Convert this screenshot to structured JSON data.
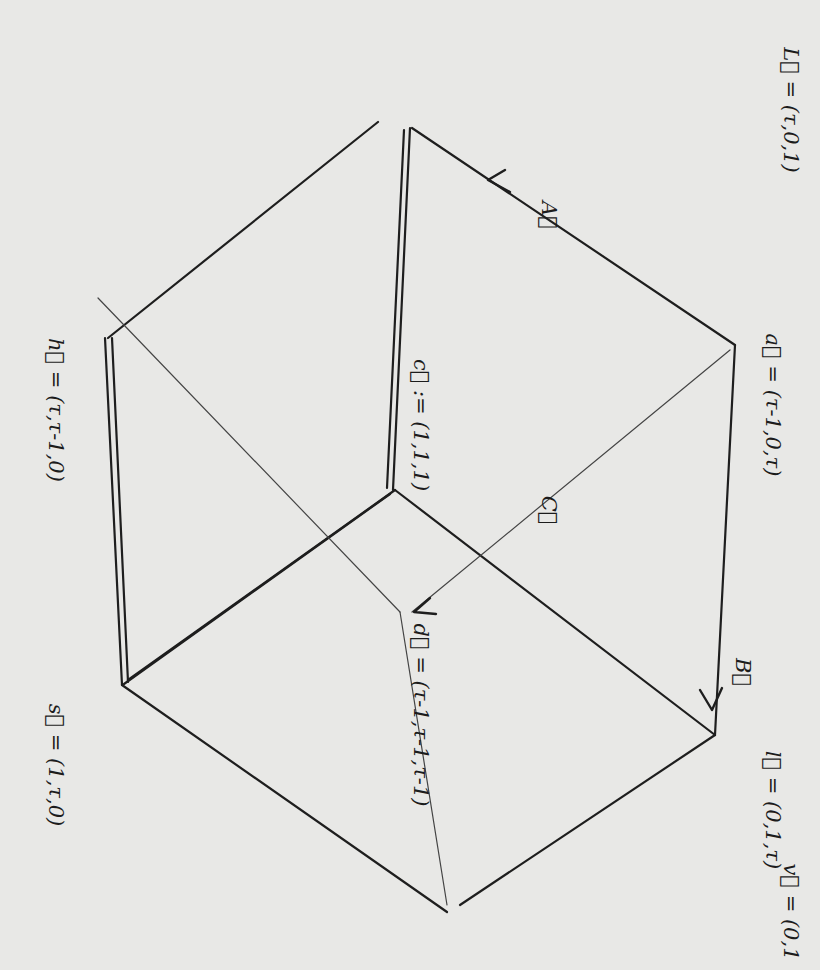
{
  "diagram": {
    "labels": [
      "L⃗ = (τ,0,1)",
      "a⃗ = (τ-1,0,τ)",
      "A⃗",
      "C⃗",
      "B⃗",
      "l⃗ = (0,1,τ)",
      "c⃗ := (1,1,1)",
      "d⃗ = (τ-1,τ-1,τ-1)",
      "h⃗ = (τ,τ-1,0)",
      "s⃗ = (1,τ,0)",
      "v⃗ = (0,1"
    ]
  }
}
